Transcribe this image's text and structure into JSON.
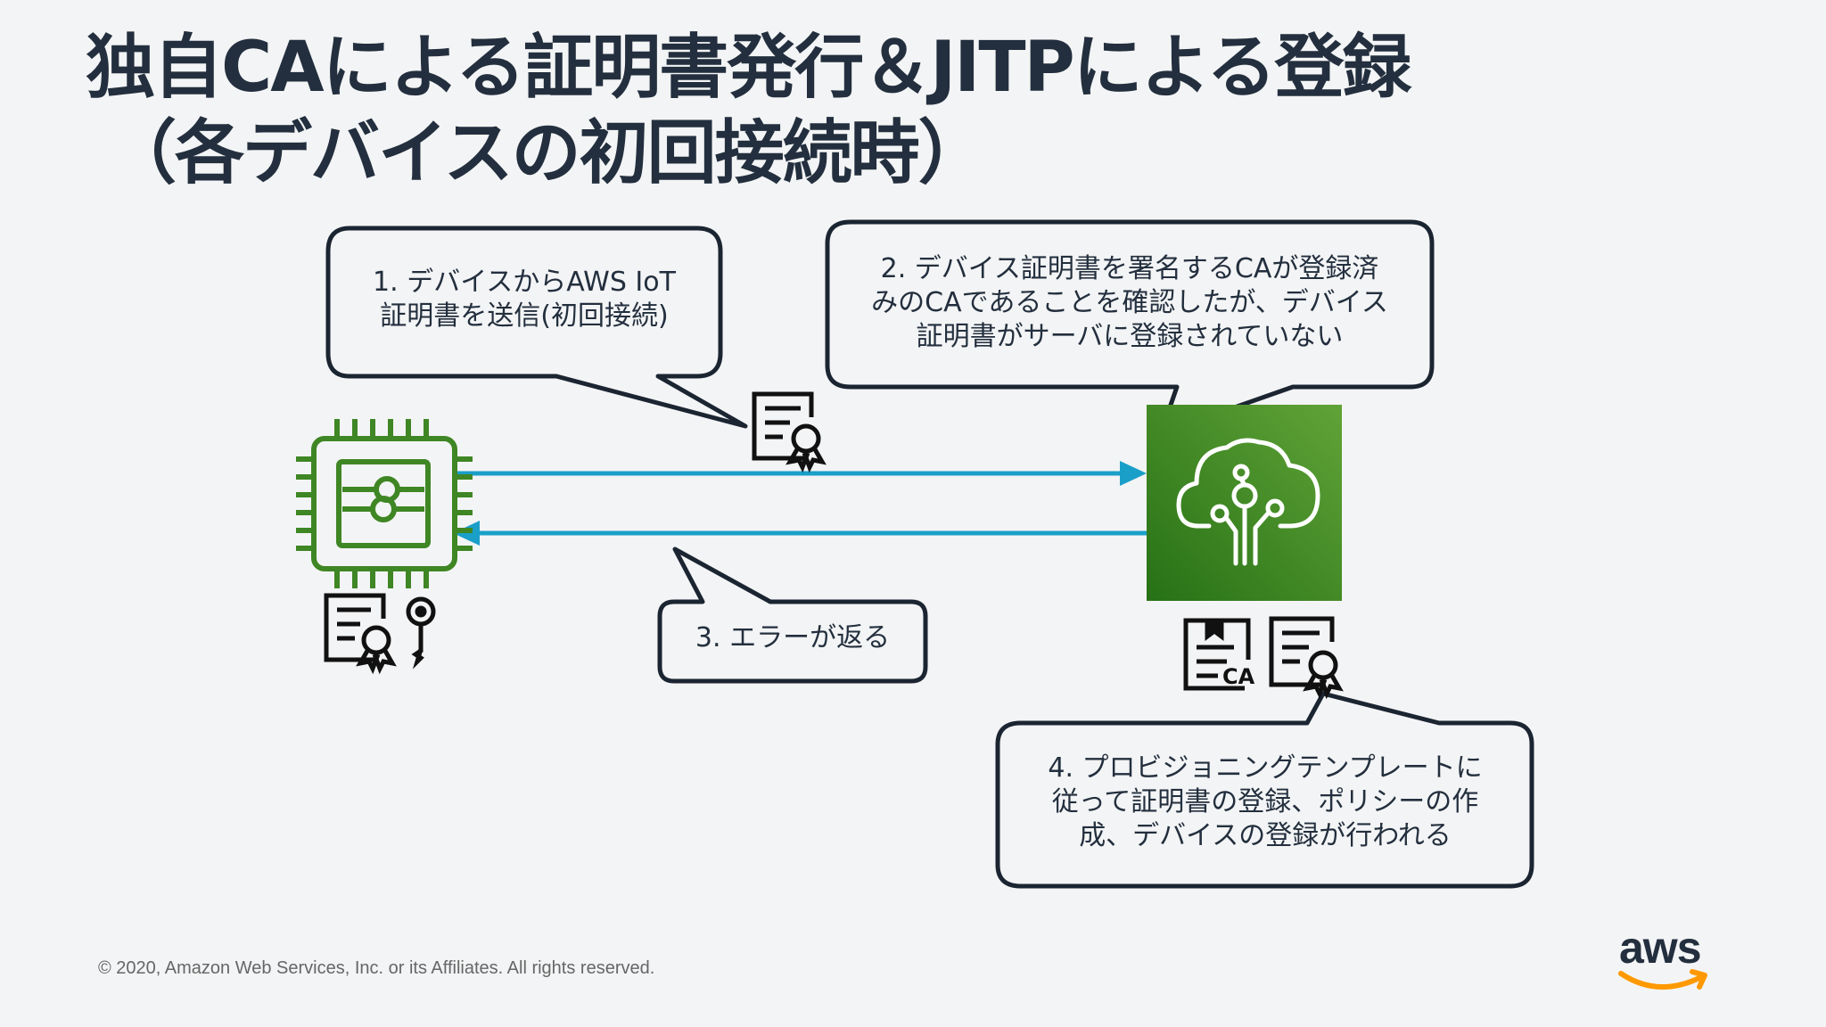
{
  "title": {
    "line1": "独自CAによる証明書発行＆JITPによる登録",
    "line2": "（各デバイスの初回接続時）"
  },
  "callouts": {
    "step1": [
      "1. デバイスからAWS IoT",
      "証明書を送信(初回接続)"
    ],
    "step2": [
      "2. デバイス証明書を署名するCAが登録済",
      "みのCAであることを確認したが、デバイス",
      "証明書がサーバに登録されていない"
    ],
    "step3": [
      "3. エラーが返る"
    ],
    "step4": [
      "4. プロビジョニングテンプレートに",
      "従って証明書の登録、ポリシーの作",
      "成、デバイスの登録が行われる"
    ]
  },
  "labels": {
    "ca_badge": "CA"
  },
  "icons": {
    "device": "iot-chip-icon",
    "cloud": "iot-core-cloud-icon",
    "certificate": "certificate-icon",
    "key": "key-icon",
    "ca_certificate": "ca-certificate-icon"
  },
  "colors": {
    "chip_green": "#3f8624",
    "iot_green_light": "#60a337",
    "iot_green_dark": "#277116",
    "arrow_blue": "#1a9fc9",
    "callout_border": "#1b2532",
    "aws_orange": "#ff9900"
  },
  "footer": {
    "copyright": "© 2020, Amazon Web Services, Inc. or its Affiliates. All rights reserved.",
    "logo": "aws"
  }
}
